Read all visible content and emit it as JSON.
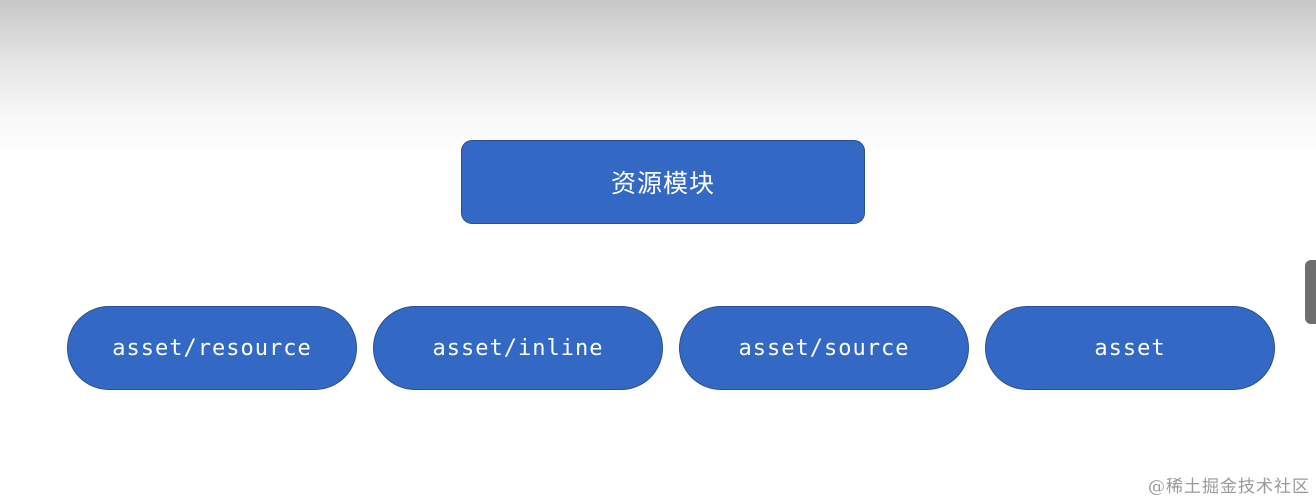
{
  "diagram": {
    "root": {
      "label": "资源模块"
    },
    "children": [
      {
        "label": "asset/resource"
      },
      {
        "label": "asset/inline"
      },
      {
        "label": "asset/source"
      },
      {
        "label": "asset"
      }
    ]
  },
  "watermark": "@稀土掘金技术社区",
  "colors": {
    "node_fill": "#3369c4",
    "node_border": "#2a4f8f",
    "node_text": "#ffffff",
    "watermark_text": "#9a9a9a"
  }
}
